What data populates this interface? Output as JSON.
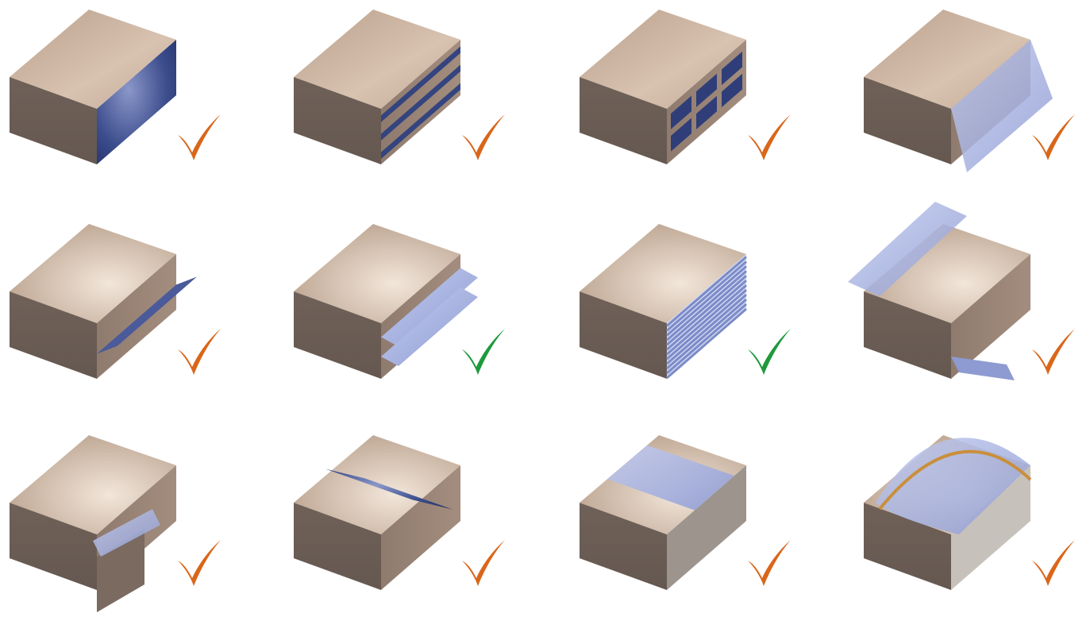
{
  "colors": {
    "top_light": "#cdb5a2",
    "top_mid": "#b8a08d",
    "front_dark": "#6b5e55",
    "glass_dark": "#2e3d78",
    "glass_light": "#a9b6e3",
    "check_orange": "#d9661a",
    "check_green": "#1e9a3c",
    "frame_grey": "#8a837d",
    "timber": "#c98f3b"
  },
  "grid": {
    "rows": 3,
    "cols": 4
  },
  "tiles": [
    {
      "id": "glazed-side-wall",
      "row": 0,
      "col": 0,
      "variant": "glazed-wall",
      "check": "orange"
    },
    {
      "id": "horizontal-glazing-bands",
      "row": 0,
      "col": 1,
      "variant": "bands",
      "check": "orange"
    },
    {
      "id": "punched-windows",
      "row": 0,
      "col": 2,
      "variant": "punched",
      "check": "orange"
    },
    {
      "id": "sloped-glazed-wall",
      "row": 0,
      "col": 3,
      "variant": "sloped-glass",
      "check": "orange"
    },
    {
      "id": "single-light-shelf",
      "row": 1,
      "col": 0,
      "variant": "light-shelf",
      "check": "orange"
    },
    {
      "id": "double-light-shelves",
      "row": 1,
      "col": 1,
      "variant": "double-shelves",
      "check": "green"
    },
    {
      "id": "louvred-facade",
      "row": 1,
      "col": 2,
      "variant": "louvres",
      "check": "green"
    },
    {
      "id": "roof-and-wall-shelves",
      "row": 1,
      "col": 3,
      "variant": "roof-shelf",
      "check": "orange"
    },
    {
      "id": "clerestory-box",
      "row": 2,
      "col": 0,
      "variant": "clerestory",
      "check": "orange"
    },
    {
      "id": "roof-monitor-split",
      "row": 2,
      "col": 1,
      "variant": "monitor",
      "check": "orange"
    },
    {
      "id": "glazed-saw-tooth-atrium",
      "row": 2,
      "col": 2,
      "variant": "atrium-slope",
      "check": "orange"
    },
    {
      "id": "barrel-vault-atrium",
      "row": 2,
      "col": 3,
      "variant": "vault",
      "check": "orange"
    }
  ]
}
